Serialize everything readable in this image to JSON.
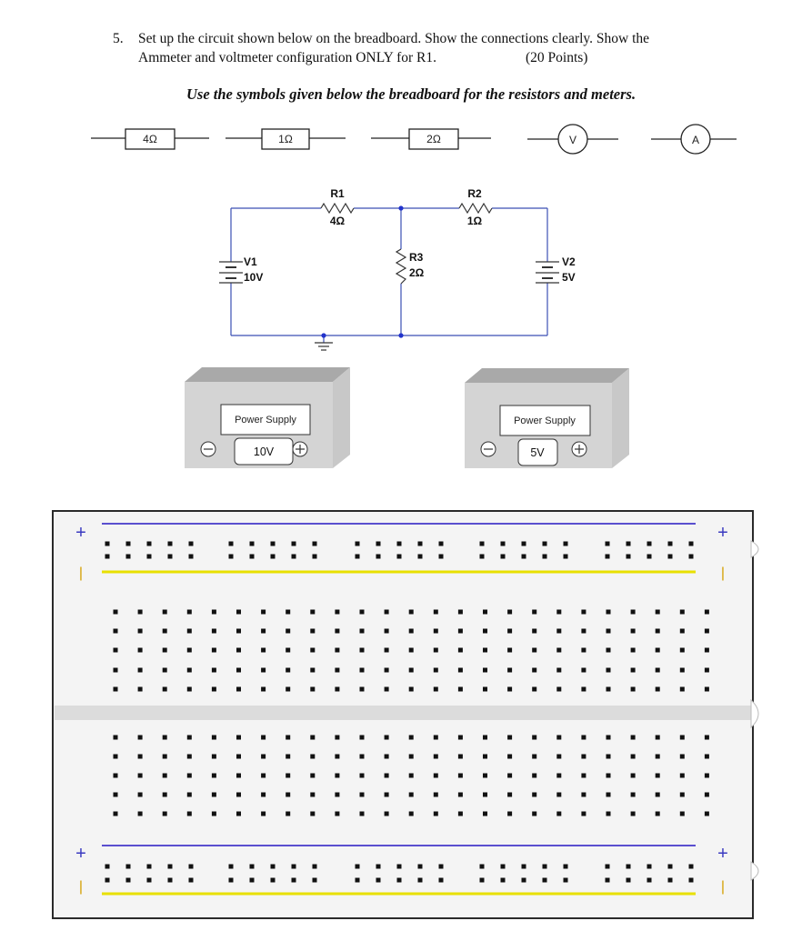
{
  "question": {
    "number": "5.",
    "line1": "Set up the circuit shown below on the breadboard. Show the connections clearly. Show the",
    "line2": "Ammeter and voltmeter configuration ONLY for R1.",
    "points": "(20 Points)"
  },
  "instruction": "Use the symbols given below the breadboard for the resistors and meters.",
  "symbols": {
    "res_4": "4Ω",
    "res_1": "1Ω",
    "res_2": "2Ω",
    "voltmeter": "V",
    "ammeter": "A"
  },
  "circuit": {
    "r1_name": "R1",
    "r1_value": "4Ω",
    "r2_name": "R2",
    "r2_value": "1Ω",
    "r3_name": "R3",
    "r3_value": "2Ω",
    "v1_name": "V1",
    "v1_value": "10V",
    "v2_name": "V2",
    "v2_value": "5V",
    "wire_color": "#3b4fb5",
    "node_color": "#2233cc"
  },
  "power_supplies": [
    {
      "label": "Power Supply",
      "voltage": "10V",
      "minus": "⊖",
      "plus": "⊕"
    },
    {
      "label": "Power Supply",
      "voltage": "5V",
      "minus": "⊖",
      "plus": "⊕"
    }
  ],
  "breadboard": {
    "plus_symbol": "+",
    "minus_symbol": "|",
    "rail_plus_color": "#5a4fcf",
    "rail_minus_color": "#e8e000",
    "hole_color": "#111111"
  }
}
